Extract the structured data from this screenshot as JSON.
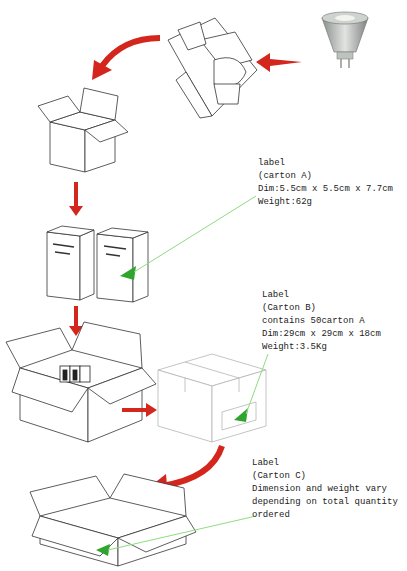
{
  "diagram": {
    "labels": [
      "label",
      "(carton A)",
      "Dim:5.5cm x 5.5cm x 7.7cm",
      "Weight:62g",
      "Label",
      "(Carton B)",
      "contains 50carton A",
      "Dim:29cm x 29cm x 18cm",
      "Weight:3.5Kg",
      "Label",
      "(Carton C)",
      "Dimension and weight vary",
      "depending on total quantity",
      "ordered"
    ]
  }
}
